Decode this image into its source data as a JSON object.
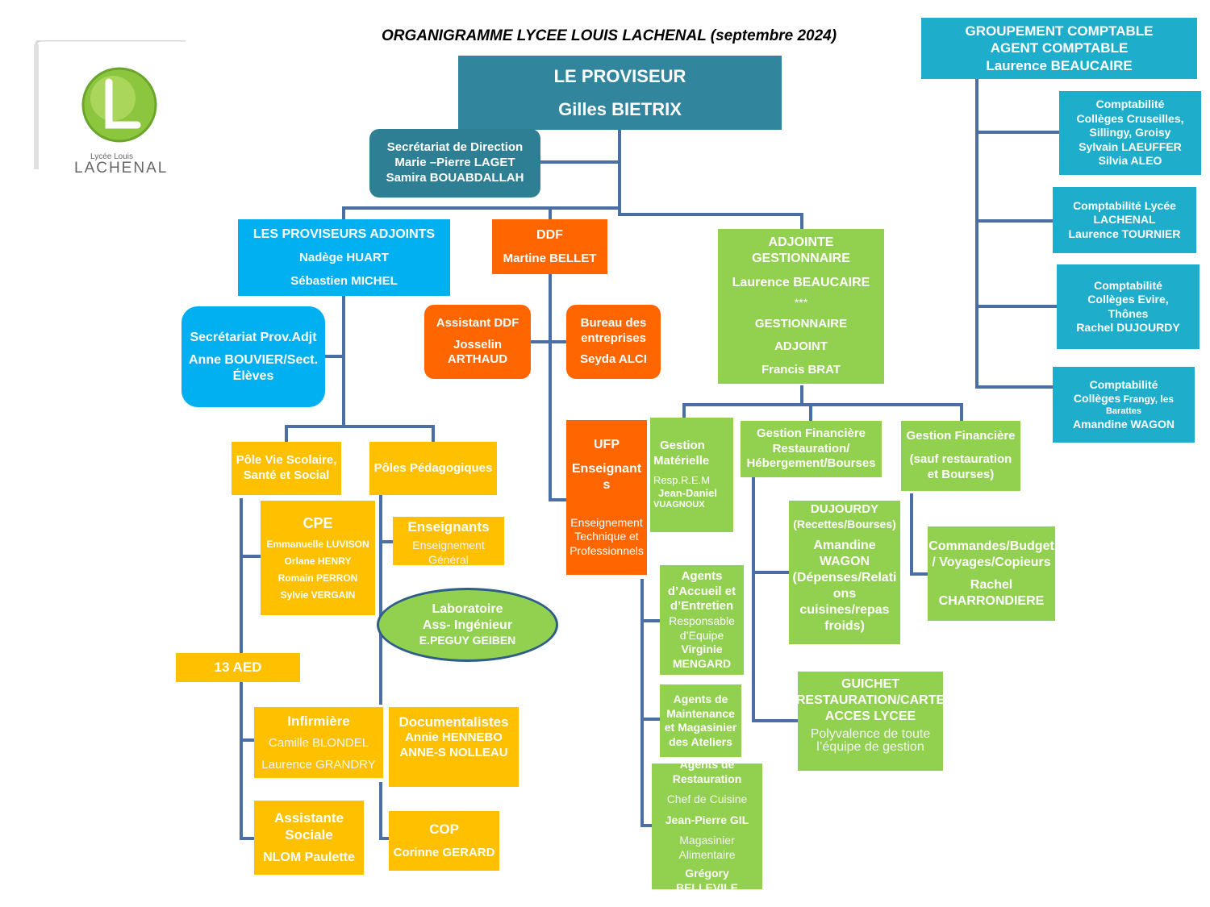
{
  "title": "ORGANIGRAMME LYCEE LOUIS LACHENAL (septembre 2024)",
  "logo": {
    "line1": "Lycée Louis",
    "line2": "LACHENAL",
    "letter": "L"
  },
  "proviseur": {
    "title": "LE PROVISEUR",
    "name": "Gilles BIETRIX"
  },
  "secretariat_direction": {
    "title": "Secrétariat de Direction",
    "names": [
      "Marie –Pierre LAGET",
      "Samira BOUABDALLAH"
    ]
  },
  "proviseurs_adjoints": {
    "title": "LES PROVISEURS ADJOINTS",
    "names": [
      "Nadège HUART",
      "Sébastien MICHEL"
    ]
  },
  "ddf": {
    "title": "DDF",
    "name": "Martine BELLET"
  },
  "adjointe_gestionnaire": {
    "title": "ADJOINTE GESTIONNAIRE",
    "name": "Laurence BEAUCAIRE",
    "sep": "***",
    "sub1": "GESTIONNAIRE",
    "sub2": "ADJOINT",
    "sub_name": "Francis BRAT"
  },
  "groupement": {
    "line1": "GROUPEMENT COMPTABLE",
    "line2": "AGENT COMPTABLE",
    "name": "Laurence BEAUCAIRE"
  },
  "comptabilites": [
    {
      "lines": [
        "Comptabilité",
        "Collèges  Cruseilles,",
        "Sillingy, Groisy",
        "Sylvain LAEUFFER",
        "Silvia ALEO"
      ]
    },
    {
      "lines": [
        "Comptabilité  Lycée",
        "LACHENAL",
        "Laurence TOURNIER"
      ]
    },
    {
      "lines": [
        "Comptabilité",
        "Collèges  Evire,",
        "Thônes",
        "Rachel DUJOURDY"
      ]
    },
    {
      "line1": "Comptabilité",
      "line2a": "Collèges",
      "line2b": " Frangy, les",
      "line3": "Barattes",
      "name": "Amandine WAGON"
    }
  ],
  "secretariat_prov_adjt": {
    "title": "Secrétariat Prov.Adjt",
    "line2": "Anne BOUVIER/Sect.",
    "line3": "Élèves"
  },
  "assistant_ddf": {
    "title": "Assistant DDF",
    "line2": "Josselin",
    "line3": "ARTHAUD"
  },
  "bureau_entreprises": {
    "line1": "Bureau des",
    "line2": "entreprises",
    "name": "Seyda ALCI"
  },
  "pole_vie_scolaire": {
    "line1": "Pôle Vie Scolaire,",
    "line2": "Santé et Social"
  },
  "poles_pedagogiques": {
    "label": "Pôles Pédagogiques"
  },
  "ufp": {
    "title": "UFP",
    "line2": "Enseignant",
    "line3": "s",
    "sub": [
      "Enseignement",
      "Technique et",
      "Professionnels"
    ]
  },
  "gestion_materielle": {
    "line1": "Gestion",
    "line2": "Matérielle",
    "sub": "Resp.R.E.M",
    "name1": "Jean-Daniel",
    "name2": "VUAGNOUX"
  },
  "gestion_fin_resto": {
    "line1": "Gestion Financière",
    "line2": "Restauration/",
    "line3": "Hébergement/Bourses"
  },
  "gestion_fin_autre": {
    "line1": "Gestion  Financière",
    "line2": "(sauf restauration",
    "line3": "et Bourses)"
  },
  "cpe": {
    "title": "CPE",
    "names": [
      "Emmanuelle LUVISON",
      "Orlane HENRY",
      "Romain PERRON",
      "Sylvie VERGAIN"
    ]
  },
  "enseignants": {
    "title": "Enseignants",
    "sub1": "Enseignement",
    "sub2": "Général"
  },
  "laboratoire": {
    "line1": "Laboratoire",
    "line2": "Ass- Ingénieur",
    "name": "E.PEGUY GEIBEN"
  },
  "aed": {
    "label": "13 AED"
  },
  "infirmiere": {
    "title": "Infirmière",
    "names": [
      "Camille BLONDEL",
      "Laurence GRANDRY"
    ]
  },
  "documentalistes": {
    "title": "Documentalistes",
    "names": [
      "Annie HENNEBO",
      "ANNE-S NOLLEAU"
    ]
  },
  "assistante_sociale": {
    "line1": "Assistante",
    "line2": "Sociale",
    "name": "NLOM Paulette"
  },
  "cop": {
    "title": "COP",
    "name": "Corinne GERARD"
  },
  "agents_accueil": {
    "lines": [
      "Agents",
      "d’Accueil et",
      "d’Entretien"
    ],
    "sub": [
      "Responsable",
      "d’Equipe"
    ],
    "name": [
      "Virginie",
      "MENGARD"
    ]
  },
  "agents_maintenance": {
    "lines": [
      "Agents de",
      "Maintenance",
      "et  Magasinier",
      "des Ateliers"
    ]
  },
  "agents_restauration": {
    "line1": "Agents de",
    "line2": "Restauration",
    "sub1": "Chef de Cuisine",
    "name1": "Jean-Pierre GIL",
    "sub2a": "Magasinier",
    "sub2b": "Alimentaire",
    "name2": "Grégory BELLEVILE"
  },
  "dujourdy": {
    "name": "DUJOURDY",
    "role": "(Recettes/Bourses)",
    "name2a": "Amandine",
    "name2b": "WAGON",
    "role2": [
      "(Dépenses/Relati",
      "ons",
      "cuisines/repas",
      "froids)"
    ]
  },
  "commandes": {
    "line1": "Commandes/Budget",
    "line2": "/ Voyages/Copieurs",
    "name1": "Rachel",
    "name2": "CHARRONDIERE"
  },
  "guichet": {
    "line1": "GUICHET",
    "line2": "RESTAURATION/CARTE",
    "line3": "ACCES LYCEE",
    "sub1": "Polyvalence  de toute",
    "sub2": "l’équipe de gestion"
  },
  "colors": {
    "teal": "#31859c",
    "blue": "#00b0f0",
    "cyan": "#1eaecb",
    "orange": "#ff6600",
    "green": "#92d050",
    "yellow": "#ffc000",
    "connector": "#4a6fa5"
  }
}
